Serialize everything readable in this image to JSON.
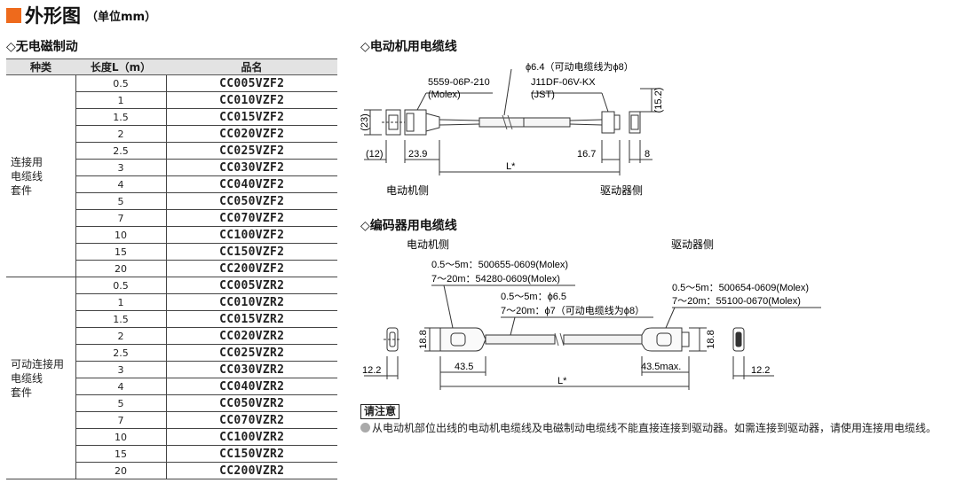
{
  "header": {
    "title": "外形图",
    "unit": "（单位mm）"
  },
  "left_section": {
    "title": "◇无电磁制动"
  },
  "table": {
    "headers": [
      "种类",
      "长度L（m）",
      "品名"
    ],
    "groups": [
      {
        "name": [
          "连接用",
          "电缆线",
          "套件"
        ],
        "rows": [
          [
            "0.5",
            "CC005VZF2"
          ],
          [
            "1",
            "CC010VZF2"
          ],
          [
            "1.5",
            "CC015VZF2"
          ],
          [
            "2",
            "CC020VZF2"
          ],
          [
            "2.5",
            "CC025VZF2"
          ],
          [
            "3",
            "CC030VZF2"
          ],
          [
            "4",
            "CC040VZF2"
          ],
          [
            "5",
            "CC050VZF2"
          ],
          [
            "7",
            "CC070VZF2"
          ],
          [
            "10",
            "CC100VZF2"
          ],
          [
            "15",
            "CC150VZF2"
          ],
          [
            "20",
            "CC200VZF2"
          ]
        ]
      },
      {
        "name": [
          "可动连接用",
          "电缆线",
          "套件"
        ],
        "rows": [
          [
            "0.5",
            "CC005VZR2"
          ],
          [
            "1",
            "CC010VZR2"
          ],
          [
            "1.5",
            "CC015VZR2"
          ],
          [
            "2",
            "CC020VZR2"
          ],
          [
            "2.5",
            "CC025VZR2"
          ],
          [
            "3",
            "CC030VZR2"
          ],
          [
            "4",
            "CC040VZR2"
          ],
          [
            "5",
            "CC050VZR2"
          ],
          [
            "7",
            "CC070VZR2"
          ],
          [
            "10",
            "CC100VZR2"
          ],
          [
            "15",
            "CC150VZR2"
          ],
          [
            "20",
            "CC200VZR2"
          ]
        ]
      }
    ]
  },
  "motor_cable": {
    "title": "◇电动机用电缆线",
    "conn_left": "5559-06P-210",
    "conn_left_maker": "(Molex)",
    "dia": "ϕ6.4（可动电缆线为ϕ8）",
    "conn_right": "J11DF-06V-KX",
    "conn_right_maker": "(JST)",
    "dim_15_2": "(15.2)",
    "dim_23": "(23)",
    "dim_12": "(12)",
    "dim_23_9": "23.9",
    "dim_16_7": "16.7",
    "dim_8": "8",
    "dim_L": "L*",
    "side_motor": "电动机侧",
    "side_driver": "驱动器侧"
  },
  "encoder_cable": {
    "title": "◇编码器用电缆线",
    "side_motor": "电动机侧",
    "side_driver": "驱动器侧",
    "motor_conn_1": "0.5～5m：500655-0609(Molex)",
    "motor_conn_2": "7～20m：54280-0609(Molex)",
    "dia_1": "0.5～5m：ϕ6.5",
    "dia_2": "7～20m：ϕ7（可动电缆线为ϕ8）",
    "driver_conn_1": "0.5～5m：500654-0609(Molex)",
    "driver_conn_2": "7～20m：55100-0670(Molex)",
    "dim_18_8": "18.8",
    "dim_12_2": "12.2",
    "dim_43_5": "43.5",
    "dim_43_5max": "43.5max.",
    "dim_L": "L*"
  },
  "note": {
    "label": "请注意",
    "text": "从电动机部位出线的电动机电缆线及电磁制动电缆线不能直接连接到驱动器。如需连接到驱动器，请使用连接用电缆线。"
  }
}
